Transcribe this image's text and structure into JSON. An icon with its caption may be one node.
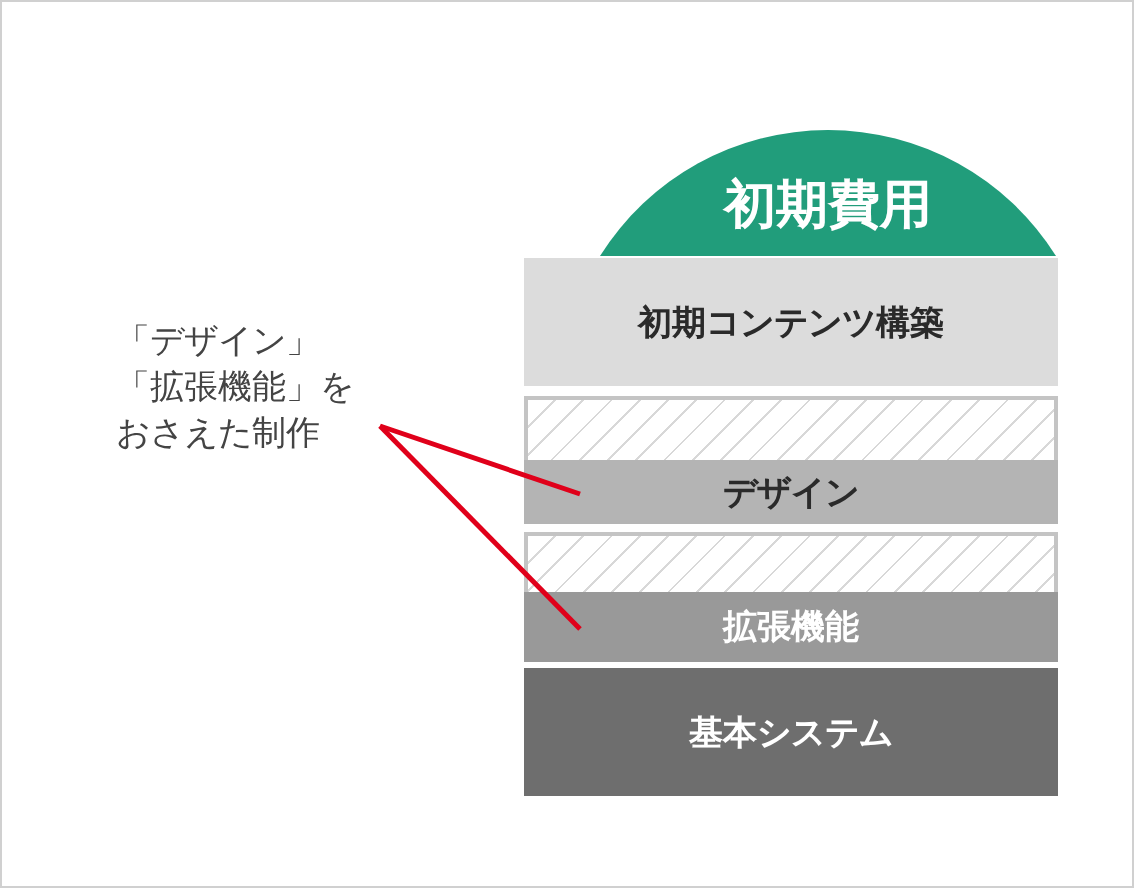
{
  "diagram": {
    "nodes": [
      {
        "text": [
          "初期費用"
        ]
      },
      {
        "text": [
          "初期コンテンツ構築"
        ]
      },
      {
        "text": [
          "デザイン"
        ]
      },
      {
        "text": [
          "拡張機能"
        ]
      },
      {
        "text": [
          "基本システム"
        ]
      },
      {
        "text": [
          "「デザイン」「拡張機能」をおさえた制作"
        ]
      }
    ],
    "edges": [
      {
        "from": 5,
        "to": 2,
        "arrow": "none",
        "color": "#e0001a"
      },
      {
        "from": 5,
        "to": 3,
        "arrow": "none",
        "color": "#e0001a"
      }
    ]
  }
}
